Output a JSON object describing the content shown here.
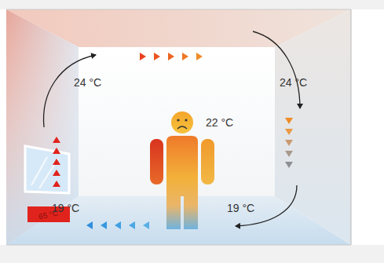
{
  "diagram": {
    "nodes": [
      {
        "text": [
          "65 °C"
        ]
      }
    ],
    "labels": [
      "24 °C",
      "24 °C",
      "22 °C",
      "19 °C",
      "19 °C"
    ]
  }
}
